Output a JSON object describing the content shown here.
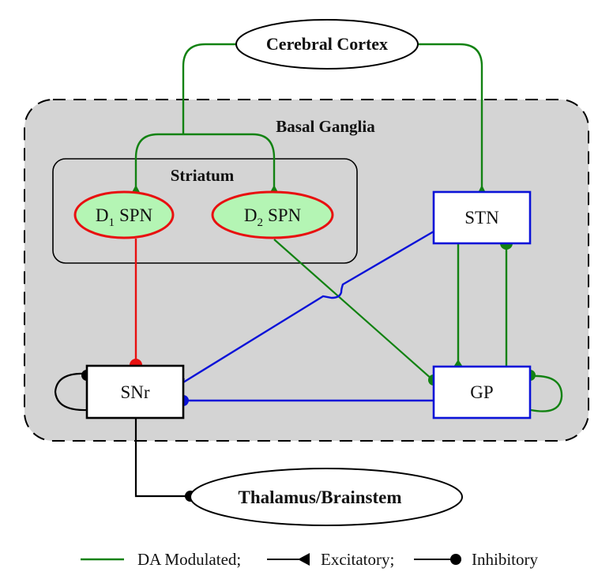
{
  "colors": {
    "da_modulated": "#128212",
    "excitatory_inhibitory_black": "#000000",
    "d1_projection": "#e81010",
    "stn_projection": "#0a12d8",
    "spn_fill": "#b4f5b4",
    "spn_border": "#e81010",
    "basal_ganglia_fill": "#d4d4d4"
  },
  "regions": {
    "cerebral_cortex": "Cerebral Cortex",
    "basal_ganglia": "Basal Ganglia",
    "striatum": "Striatum",
    "thalamus_brainstem": "Thalamus/Brainstem"
  },
  "nodes": {
    "d1_spn": {
      "letter": "D",
      "sub": "1",
      "name": "SPN"
    },
    "d2_spn": {
      "letter": "D",
      "sub": "2",
      "name": "SPN"
    },
    "stn": "STN",
    "snr": "SNr",
    "gp": "GP"
  },
  "connections": [
    {
      "from": "Cerebral Cortex",
      "to": "D1 SPN",
      "type": "excitatory",
      "da_modulated": true
    },
    {
      "from": "Cerebral Cortex",
      "to": "D2 SPN",
      "type": "excitatory",
      "da_modulated": true
    },
    {
      "from": "Cerebral Cortex",
      "to": "STN",
      "type": "excitatory",
      "da_modulated": true
    },
    {
      "from": "D1 SPN",
      "to": "SNr",
      "type": "inhibitory",
      "da_modulated": false
    },
    {
      "from": "D2 SPN",
      "to": "GP",
      "type": "inhibitory",
      "da_modulated": true
    },
    {
      "from": "STN",
      "to": "SNr",
      "type": "excitatory",
      "da_modulated": false
    },
    {
      "from": "STN",
      "to": "GP",
      "type": "excitatory",
      "da_modulated": true
    },
    {
      "from": "GP",
      "to": "STN",
      "type": "inhibitory",
      "da_modulated": true
    },
    {
      "from": "GP",
      "to": "GP",
      "type": "inhibitory",
      "da_modulated": true
    },
    {
      "from": "GP",
      "to": "SNr",
      "type": "inhibitory",
      "da_modulated": false
    },
    {
      "from": "SNr",
      "to": "SNr",
      "type": "inhibitory",
      "da_modulated": false
    },
    {
      "from": "SNr",
      "to": "Thalamus/Brainstem",
      "type": "inhibitory",
      "da_modulated": false
    }
  ],
  "legend": {
    "da_modulated": "DA Modulated;",
    "excitatory": "Excitatory;",
    "inhibitory": "Inhibitory"
  }
}
